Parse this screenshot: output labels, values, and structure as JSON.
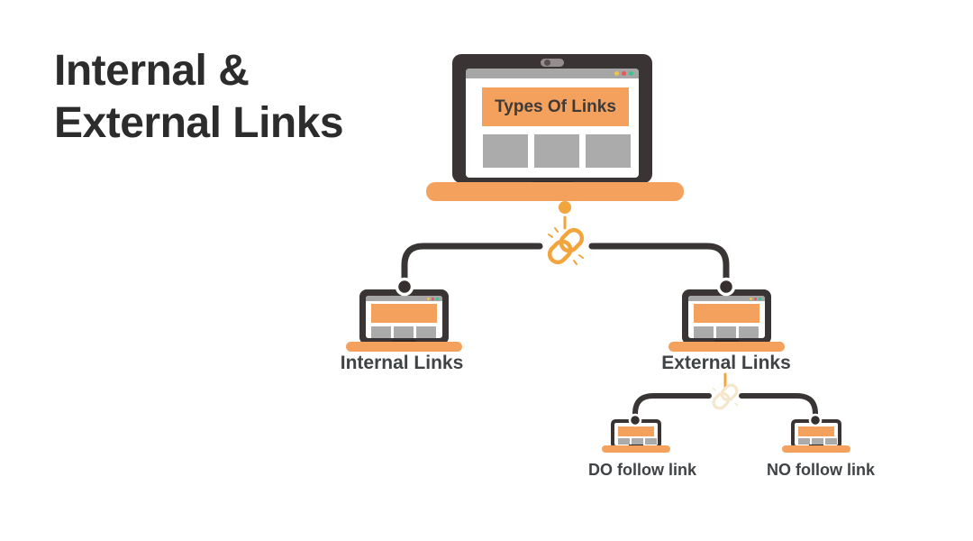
{
  "title": {
    "line1": "Internal &",
    "line2": "External Links"
  },
  "root_laptop": {
    "banner": "Types Of Links"
  },
  "labels": {
    "internal": "Internal Links",
    "external": "External Links",
    "dofollow": "DO follow link",
    "nofollow": "NO follow link"
  },
  "icons": {
    "chain_link": "chain-link-icon",
    "chain_link_faint": "chain-link-icon-faint",
    "camera": "camera-icon",
    "browser_dots": [
      "yellow",
      "red",
      "green"
    ]
  },
  "colors": {
    "orange": "#f5a15e",
    "gold": "#f2a53c",
    "frame_dark": "#3b3434",
    "line_dark": "#3a3535",
    "title_text": "#2c2c2c",
    "label_text": "#3f4345",
    "banner_text": "#3d3a3a",
    "thumb_gray": "#ababab",
    "bar_gray": "#a6a6a6",
    "dot_yellow": "#f2c24e",
    "dot_red": "#e15b5b",
    "dot_green": "#3cc48e",
    "faint_chain": "#f4e7cb",
    "background": "#ffffff"
  }
}
